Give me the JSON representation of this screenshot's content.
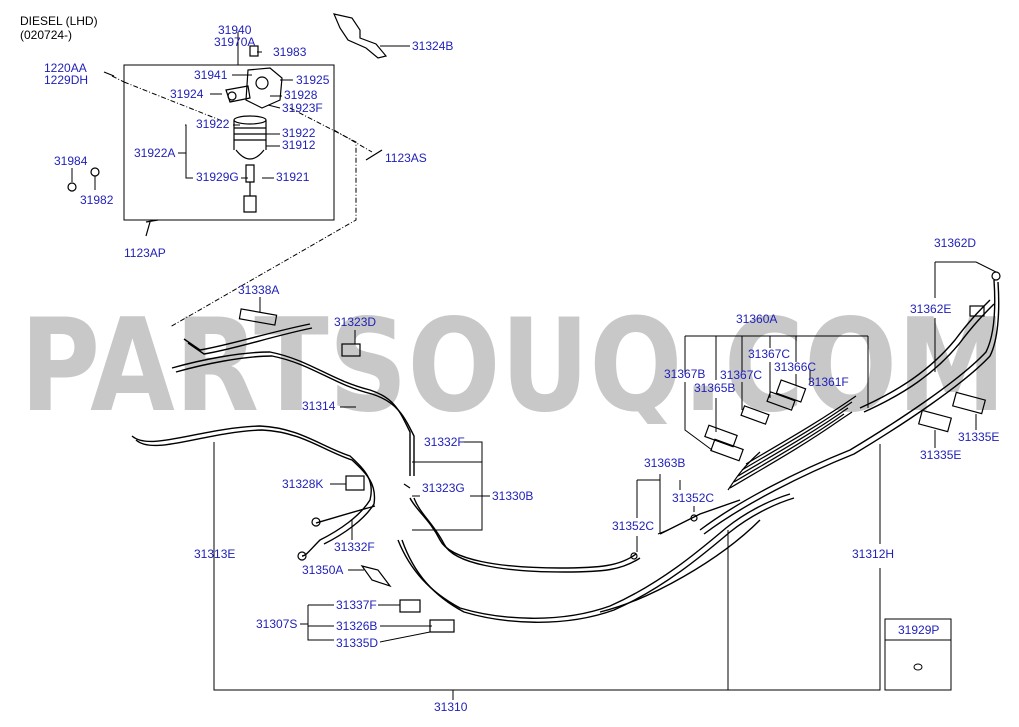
{
  "header": {
    "line1": "DIESEL (LHD)",
    "line2": "(020724-)"
  },
  "watermark": "PARTSOUQ.COM",
  "colors": {
    "label": "#1f1fb8",
    "line": "#000000",
    "watermark": "#c8c8c8"
  },
  "labels": {
    "p31940": "31940",
    "p31970A": "31970A",
    "p31983": "31983",
    "p31324B": "31324B",
    "p1220AA": "1220AA",
    "p1229DH": "1229DH",
    "p31941": "31941",
    "p31925": "31925",
    "p31924": "31924",
    "p31928": "31928",
    "p31923F": "31923F",
    "p31922top": "31922",
    "p31922right": "31922",
    "p31912": "31912",
    "p31922A": "31922A",
    "p31984": "31984",
    "p31929G": "31929G",
    "p31921": "31921",
    "p31982": "31982",
    "p1123AS": "1123AS",
    "p1123AP": "1123AP",
    "p31338A": "31338A",
    "p31323D": "31323D",
    "p31314": "31314",
    "p31332F_top": "31332F",
    "p31328K": "31328K",
    "p31323G": "31323G",
    "p31330B": "31330B",
    "p31332F_low": "31332F",
    "p31313E": "31313E",
    "p31350A": "31350A",
    "p31337F": "31337F",
    "p31307S": "31307S",
    "p31326B": "31326B",
    "p31335D": "31335D",
    "p31310": "31310",
    "p31360A": "31360A",
    "p31367C_a": "31367C",
    "p31366C": "31366C",
    "p31367B": "31367B",
    "p31367C_b": "31367C",
    "p31365B": "31365B",
    "p31361F": "31361F",
    "p31363B": "31363B",
    "p31352C_r": "31352C",
    "p31352C_l": "31352C",
    "p31362D": "31362D",
    "p31362E": "31362E",
    "p31335E_a": "31335E",
    "p31335E_b": "31335E",
    "p31312H": "31312H",
    "p31929P": "31929P"
  }
}
